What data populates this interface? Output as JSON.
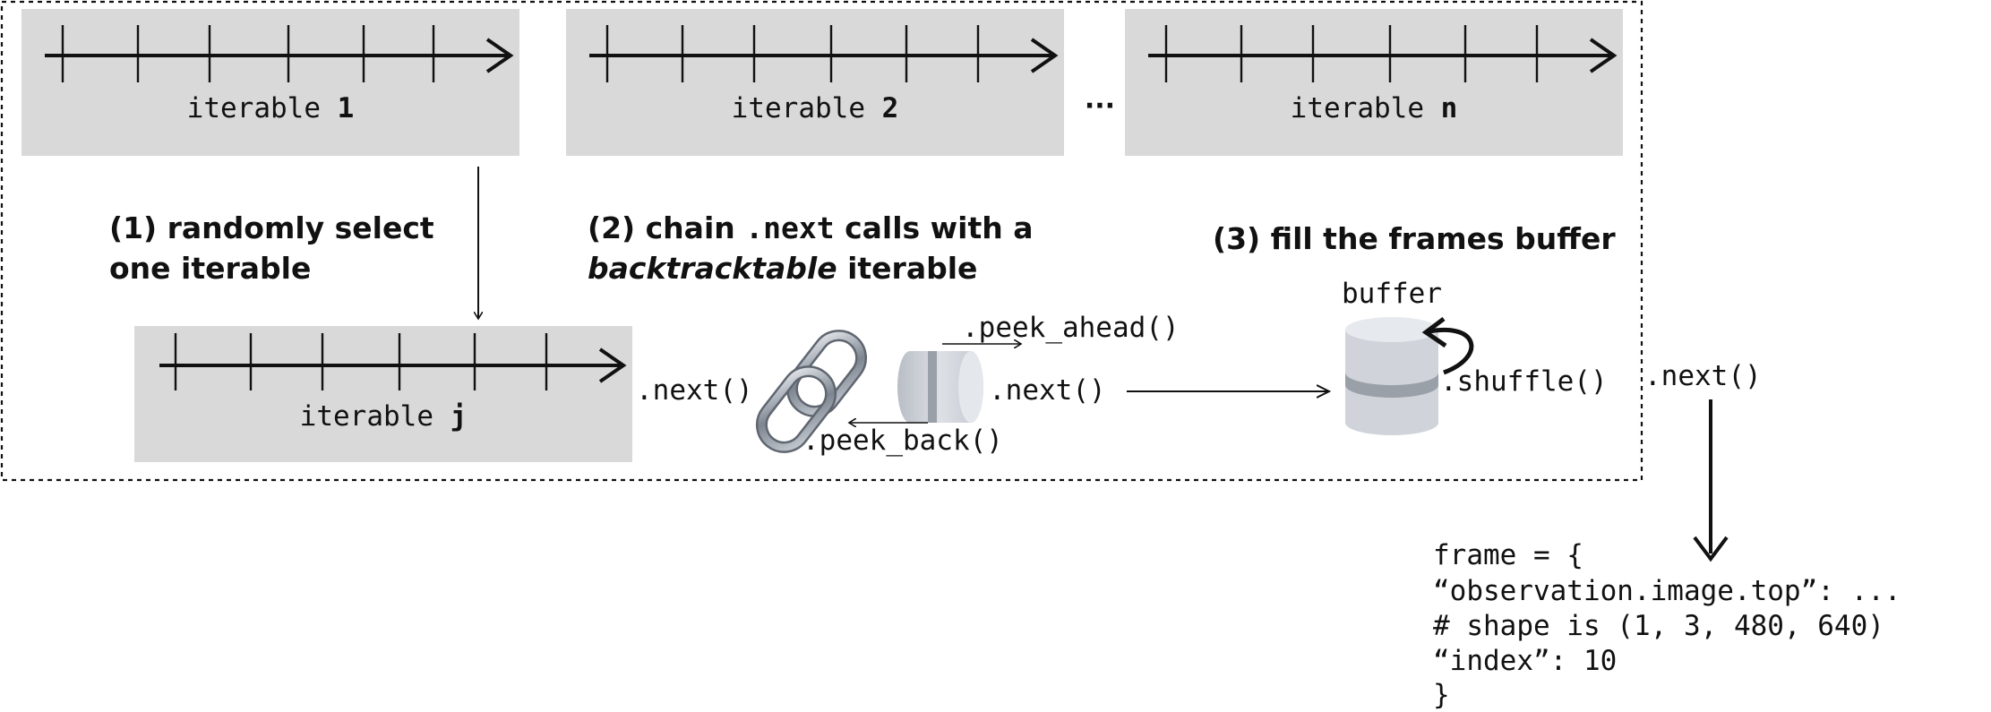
{
  "iterables": {
    "one": {
      "prefix": "iterable ",
      "index": "1"
    },
    "two": {
      "prefix": "iterable ",
      "index": "2"
    },
    "n": {
      "prefix": "iterable ",
      "index": "n"
    },
    "j": {
      "prefix": "iterable ",
      "index": "j"
    },
    "ellipsis": "···"
  },
  "steps": {
    "step1": {
      "line1": "(1) randomly select",
      "line2": "one iterable"
    },
    "step2": {
      "line1_pre": "(2) chain ",
      "line1_code": ".next",
      "line1_post": " calls with a",
      "line2_ital": "backtracktable",
      "line2_post": " iterable"
    },
    "step3": {
      "line1": "(3) fill the frames buffer"
    }
  },
  "calls": {
    "next_from_j": ".next()",
    "peek_ahead": ".peek_ahead()",
    "peek_back": ".peek_back()",
    "next_chain": ".next()",
    "shuffle": ".shuffle()",
    "next_out": ".next()"
  },
  "buffer": {
    "label": "buffer"
  },
  "frame": {
    "lines": [
      "frame = {",
      "“observation.image.top”: ...",
      "# shape is (1, 3, 480, 640)",
      "“index”: 10",
      "}"
    ]
  },
  "icons": {
    "chain": "chain-link-icon",
    "backtrack_iterable": "backtrackable-cylinder-icon",
    "buffer": "buffer-database-icon",
    "shuffle": "shuffle-loop-arrow-icon"
  },
  "colors": {
    "panel_fill": "#d9d9d9",
    "ink": "#111111",
    "cylinder_body": "#cfd3d9",
    "cylinder_band": "#9aa0a8",
    "chain_metal": "#7d8590"
  }
}
